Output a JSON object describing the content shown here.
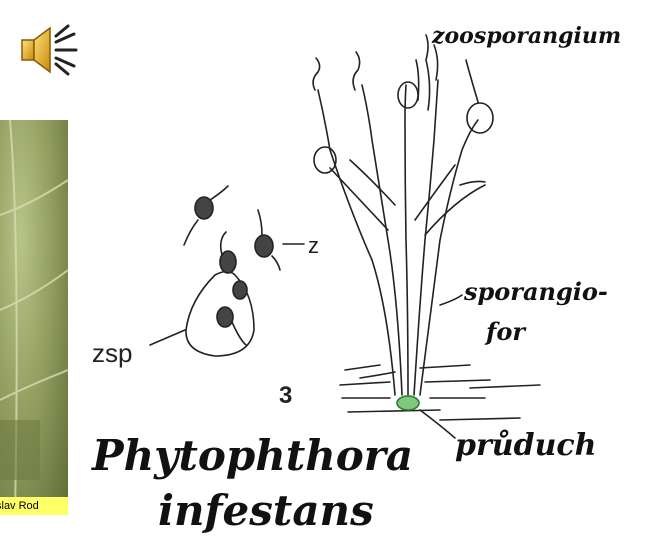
{
  "audio": {
    "icon": "speaker-icon"
  },
  "photo": {
    "credit": "slav Rod",
    "credit_bg": "#ffff66"
  },
  "figure": {
    "number": "3",
    "title_line1": "Phytophthora",
    "title_line2": "infestans",
    "labels": {
      "zoosporangium": "zoosporangium",
      "sporangiofor_1": "sporangio-",
      "sporangiofor_2": "for",
      "pruduch": "průduch",
      "z": "z",
      "zsp": "zsp"
    }
  }
}
